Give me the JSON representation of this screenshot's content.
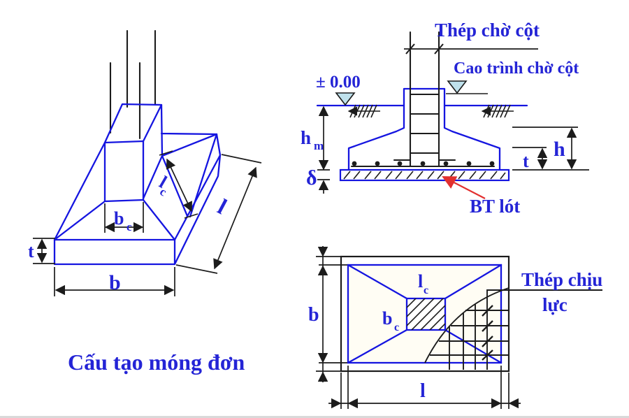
{
  "caption": "Cấu tạo móng đơn",
  "colors": {
    "line_blue": "#1515e0",
    "text_blue": "#2424d6",
    "line_black": "#1c1c1c",
    "leader_red": "#e23030",
    "level_symbol_fill": "#bfe1ec",
    "background": "#ffffff"
  },
  "iso_view": {
    "labels": {
      "lc_main": "l",
      "lc_sub": "c",
      "bc_main": "b",
      "bc_sub": "c",
      "t": "t",
      "b": "b",
      "l": "l"
    }
  },
  "section_view": {
    "labels": {
      "thep_cho_cot": "Thép chờ cột",
      "cao_trinh_cho_cot": "Cao trình chờ cột",
      "level": "± 0.00",
      "hm_main": "h",
      "hm_sub": "m",
      "delta": "δ",
      "t": "t",
      "h": "h",
      "bt_lot": "BT lót"
    }
  },
  "plan_view": {
    "labels": {
      "lc_main": "l",
      "lc_sub": "c",
      "bc_main": "b",
      "bc_sub": "c",
      "b": "b",
      "l": "l",
      "thep_chiu_luc_line1": "Thép chịu",
      "thep_chiu_luc_line2": "lực"
    }
  }
}
